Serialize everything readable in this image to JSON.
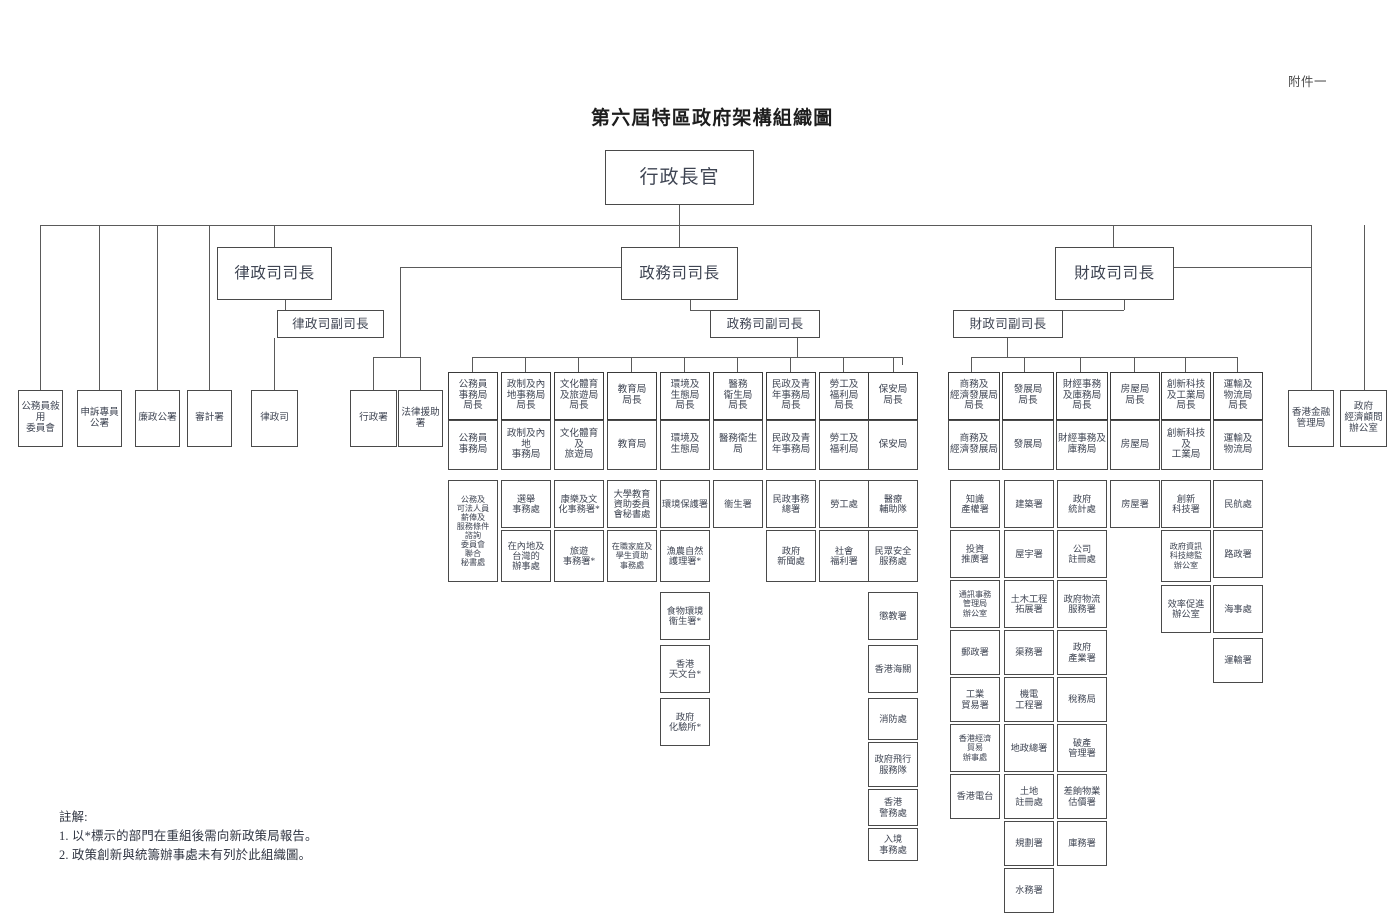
{
  "document": {
    "attachment_label": "附件一",
    "title": "第六屆特區政府架構組織圖"
  },
  "notes": {
    "heading": "註解:",
    "items": [
      "1. 以*標示的部門在重組後需向新政策局報告。",
      "2. 政策創新與統籌辦事處未有列於此組織圖。"
    ]
  },
  "chart_data": {
    "type": "diagram",
    "title": "第六屆特區政府架構組織圖",
    "root": {
      "label": "行政長官"
    },
    "secretaries": [
      {
        "label": "律政司司長",
        "deputy": "律政司副司長"
      },
      {
        "label": "政務司司長",
        "deputy": "政務司副司長"
      },
      {
        "label": "財政司司長",
        "deputy": "財政司副司長"
      }
    ],
    "independent_left": [
      "公務員敍用\n委員會",
      "申訴專員\n公署",
      "廉政公署",
      "審計署"
    ],
    "doj_departments": [
      "律政司"
    ],
    "cs_direct": [
      "行政署",
      "法律援助署"
    ],
    "fs_direct": [
      "香港金融\n管理局",
      "政府\n經濟顧問\n辦公室"
    ],
    "cs_columns": [
      {
        "head": "公務員\n事務局\n局長",
        "bureau": "公務員\n事務局",
        "departments": [
          "公務及\n可法人員\n薪俸及\n服務條件\n諮詢\n委員會\n聯合\n秘書處"
        ]
      },
      {
        "head": "政制及內\n地事務局\n局長",
        "bureau": "政制及內地\n事務局",
        "departments": [
          "選舉\n事務處",
          "在內地及\n台灣的\n辦事處"
        ]
      },
      {
        "head": "文化體育\n及旅遊局\n局長",
        "bureau": "文化體育及\n旅遊局",
        "departments": [
          "康樂及文\n化事務署*",
          "旅遊\n事務署*"
        ]
      },
      {
        "head": "教育局\n局長",
        "bureau": "教育局",
        "departments": [
          "大學教育\n資助委員\n會秘書處",
          "在職家庭及\n學生資助\n事務處"
        ]
      },
      {
        "head": "環境及\n生態局\n局長",
        "bureau": "環境及\n生態局",
        "departments": [
          "環境保護署",
          "漁農自然\n護理署*",
          "食物環境\n衞生署*",
          "香港\n天文台*",
          "政府\n化驗所*"
        ]
      },
      {
        "head": "醫務\n衞生局\n局長",
        "bureau": "醫務衞生局",
        "departments": [
          "衞生署"
        ]
      },
      {
        "head": "民政及青\n年事務局\n局長",
        "bureau": "民政及青\n年事務局",
        "departments": [
          "民政事務\n總署",
          "政府\n新聞處"
        ]
      },
      {
        "head": "勞工及\n福利局\n局長",
        "bureau": "勞工及\n福利局",
        "departments": [
          "勞工處",
          "社會\n福利署"
        ]
      },
      {
        "head": "保安局\n局長",
        "bureau": "保安局",
        "departments": [
          "醫療\n輔助隊",
          "民眾安全\n服務處",
          "懲教署",
          "香港海關",
          "消防處",
          "政府飛行\n服務隊",
          "香港\n警務處",
          "入境\n事務處"
        ]
      }
    ],
    "fs_columns": [
      {
        "head": "商務及\n經濟發展局\n局長",
        "bureau": "商務及\n經濟發展局",
        "departments": [
          "知識\n產權署",
          "投資\n推廣署",
          "通訊事務\n管理局\n辦公室",
          "郵政署",
          "工業\n貿易署",
          "香港經濟\n貿易\n辦事處",
          "香港電台"
        ]
      },
      {
        "head": "發展局\n局長",
        "bureau": "發展局",
        "departments": [
          "建築署",
          "屋宇署",
          "土木工程\n拓展署",
          "渠務署",
          "機電\n工程署",
          "地政總署",
          "土地\n註冊處",
          "規劃署",
          "水務署"
        ]
      },
      {
        "head": "財經事務\n及庫務局\n局長",
        "bureau": "財經事務及\n庫務局",
        "departments": [
          "政府\n統計處",
          "公司\n註冊處",
          "政府物流\n服務署",
          "政府\n產業署",
          "稅務局",
          "破產\n管理署",
          "差餉物業\n估價署",
          "庫務署"
        ]
      },
      {
        "head": "房屋局\n局長",
        "bureau": "房屋局",
        "departments": [
          "房屋署"
        ]
      },
      {
        "head": "創新科技\n及工業局\n局長",
        "bureau": "創新科技及\n工業局",
        "departments": [
          "創新\n科技署",
          "政府資訊\n科技總監\n辦公室",
          "效率促進\n辦公室"
        ]
      },
      {
        "head": "運輸及\n物流局\n局長",
        "bureau": "運輸及\n物流局",
        "departments": [
          "民航處",
          "路政署",
          "海事處",
          "運輸署"
        ]
      }
    ]
  }
}
